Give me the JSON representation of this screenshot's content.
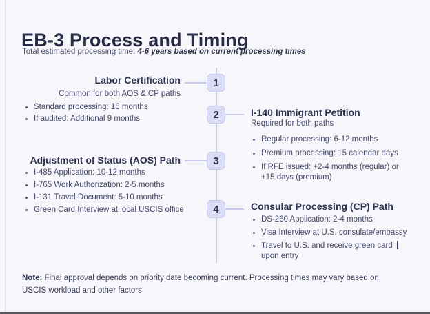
{
  "slide": {
    "title": "EB-3 Process and Timing",
    "subtitle": {
      "prefix": "Total estimated processing time: ",
      "emphasis": "4-6 years based on current processing times"
    },
    "note": {
      "label": "Note:",
      "text": "Final approval depends on priority date becoming current. Processing times may vary based on USCIS workload and other factors."
    }
  },
  "timeline": {
    "steps": [
      {
        "number": "1",
        "heading": "Labor Certification",
        "subheading": "Common for both AOS & CP paths",
        "bullets": [
          "Standard processing: 16 months",
          "If audited: Additional 9 months"
        ]
      },
      {
        "number": "2",
        "heading": "I-140 Immigrant Petition",
        "subheading": "Required for both paths",
        "bullets": [
          "Regular processing: 6-12 months",
          "Premium processing: 15 calendar days",
          "If RFE issued: +2-4 months (regular) or +15 days (premium)"
        ]
      },
      {
        "number": "3",
        "heading": "Adjustment of Status (AOS) Path",
        "bullets": [
          "I-485 Application: 10-12 months",
          "I-765 Work Authorization: 2-5 months",
          "I-131 Travel Document: 5-10 months",
          "Green Card Interview at local USCIS office"
        ]
      },
      {
        "number": "4",
        "heading": "Consular Processing (CP) Path",
        "bullets": [
          "DS-260 Application: 2-4 months",
          "Visa Interview at U.S. consulate/embassy",
          "Travel to U.S. and receive green card upon entry"
        ]
      }
    ]
  },
  "colors": {
    "background": "#f7f7fb",
    "title_text": "#272c44",
    "heading_text": "#2d3250",
    "body_text": "#45486a",
    "node_fill": "#dadcf4",
    "node_border": "#c3c8ee",
    "line": "#c7cbe9",
    "bottom_edge": "#53535b"
  }
}
